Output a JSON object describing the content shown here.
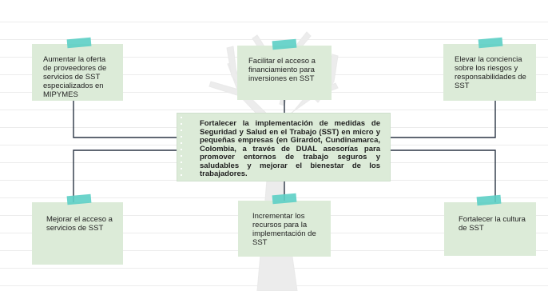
{
  "center_text": "Fortalecer la implementación de medidas de Seguridad y Salud en el Trabajo (SST) en micro y pequeñas empresas (en Girardot, Cundinamarca, Colombia, a través de DUAL asesorías para promover entornos de trabajo seguros y saludables y mejorar el bienestar de los trabajadores.",
  "top_left": "Aumentar la oferta de proveedores de servicios de SST especializados en MIPYMES",
  "top_center": "Facilitar el acceso a financiamiento para inversiones en SST",
  "top_right": "Elevar la conciencia sobre los riesgos y responsabilidades de SST",
  "bottom_left": "Mejorar el acceso a servicios de SST",
  "bottom_center": "Incrementar los recursos para la implementación de SST",
  "bottom_right": "Fortalecer la cultura de SST",
  "colors": {
    "note_fill": "#dcebd8",
    "tape": "#5ccfc5",
    "connector": "#2b3545",
    "tree_watermark": "#ededed"
  },
  "icons": [
    "tree-watermark",
    "tape-strip"
  ]
}
